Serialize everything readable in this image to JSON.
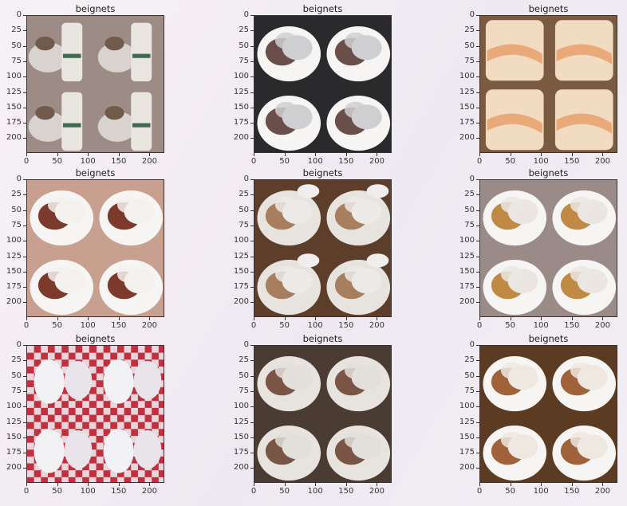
{
  "chart_data": [
    {
      "type": "image",
      "title": "beignets",
      "x_ticks": [
        0,
        50,
        100,
        150,
        200
      ],
      "y_ticks": [
        0,
        25,
        50,
        75,
        100,
        125,
        150,
        175,
        200
      ],
      "xlim": [
        0,
        224
      ],
      "ylim": [
        224,
        0
      ],
      "grid": false,
      "tiles": [
        2,
        2
      ],
      "palette": {
        "bg": "#9d8c86",
        "item": "#e9e5df",
        "accent": "#6f5a4c"
      }
    },
    {
      "type": "image",
      "title": "beignets",
      "x_ticks": [
        0,
        50,
        100,
        150,
        200
      ],
      "y_ticks": [
        0,
        25,
        50,
        75,
        100,
        125,
        150,
        175,
        200
      ],
      "xlim": [
        0,
        224
      ],
      "ylim": [
        224,
        0
      ],
      "grid": false,
      "tiles": [
        2,
        2
      ],
      "palette": {
        "bg": "#2a2a2d",
        "item": "#cfcfd1",
        "accent": "#6a4e49"
      }
    },
    {
      "type": "image",
      "title": "beignets",
      "x_ticks": [
        0,
        50,
        100,
        150,
        200
      ],
      "y_ticks": [
        0,
        25,
        50,
        75,
        100,
        125,
        150,
        175,
        200
      ],
      "xlim": [
        0,
        224
      ],
      "ylim": [
        224,
        0
      ],
      "grid": false,
      "tiles": [
        2,
        2
      ],
      "palette": {
        "bg": "#7a5b3f",
        "item": "#f1dcc2",
        "accent": "#e9a978"
      }
    },
    {
      "type": "image",
      "title": "beignets",
      "x_ticks": [
        0,
        50,
        100,
        150,
        200
      ],
      "y_ticks": [
        0,
        25,
        50,
        75,
        100,
        125,
        150,
        175,
        200
      ],
      "xlim": [
        0,
        224
      ],
      "ylim": [
        224,
        0
      ],
      "grid": false,
      "tiles": [
        2,
        2
      ],
      "palette": {
        "bg": "#c7a08f",
        "item": "#f3f1ee",
        "accent": "#7b3a2c"
      }
    },
    {
      "type": "image",
      "title": "beignets",
      "x_ticks": [
        0,
        50,
        100,
        150,
        200
      ],
      "y_ticks": [
        0,
        25,
        50,
        75,
        100,
        125,
        150,
        175,
        200
      ],
      "xlim": [
        0,
        224
      ],
      "ylim": [
        224,
        0
      ],
      "grid": false,
      "tiles": [
        2,
        2
      ],
      "palette": {
        "bg": "#5d3e2a",
        "item": "#ece9e6",
        "accent": "#a77e5e"
      }
    },
    {
      "type": "image",
      "title": "beignets",
      "x_ticks": [
        0,
        50,
        100,
        150,
        200
      ],
      "y_ticks": [
        0,
        25,
        50,
        75,
        100,
        125,
        150,
        175,
        200
      ],
      "xlim": [
        0,
        224
      ],
      "ylim": [
        224,
        0
      ],
      "grid": false,
      "tiles": [
        2,
        2
      ],
      "palette": {
        "bg": "#9b8b88",
        "item": "#ebe6e2",
        "accent": "#c08a45"
      }
    },
    {
      "type": "image",
      "title": "beignets",
      "x_ticks": [
        0,
        50,
        100,
        150,
        200
      ],
      "y_ticks": [
        0,
        25,
        50,
        75,
        100,
        125,
        150,
        175,
        200
      ],
      "xlim": [
        0,
        224
      ],
      "ylim": [
        224,
        0
      ],
      "grid": false,
      "tiles": [
        2,
        2
      ],
      "palette": {
        "bg": "#c0303e",
        "item": "#f2f1f3",
        "accent": "#e8e4ea"
      }
    },
    {
      "type": "image",
      "title": "beignets",
      "x_ticks": [
        0,
        50,
        100,
        150,
        200
      ],
      "y_ticks": [
        0,
        25,
        50,
        75,
        100,
        125,
        150,
        175,
        200
      ],
      "xlim": [
        0,
        224
      ],
      "ylim": [
        224,
        0
      ],
      "grid": false,
      "tiles": [
        2,
        2
      ],
      "palette": {
        "bg": "#4a3b33",
        "item": "#e3dfda",
        "accent": "#7a5444"
      }
    },
    {
      "type": "image",
      "title": "beignets",
      "x_ticks": [
        0,
        50,
        100,
        150,
        200
      ],
      "y_ticks": [
        0,
        25,
        50,
        75,
        100,
        125,
        150,
        175,
        200
      ],
      "xlim": [
        0,
        224
      ],
      "ylim": [
        224,
        0
      ],
      "grid": false,
      "tiles": [
        2,
        2
      ],
      "palette": {
        "bg": "#5b3b22",
        "item": "#efe8e1",
        "accent": "#a0623a"
      }
    }
  ]
}
